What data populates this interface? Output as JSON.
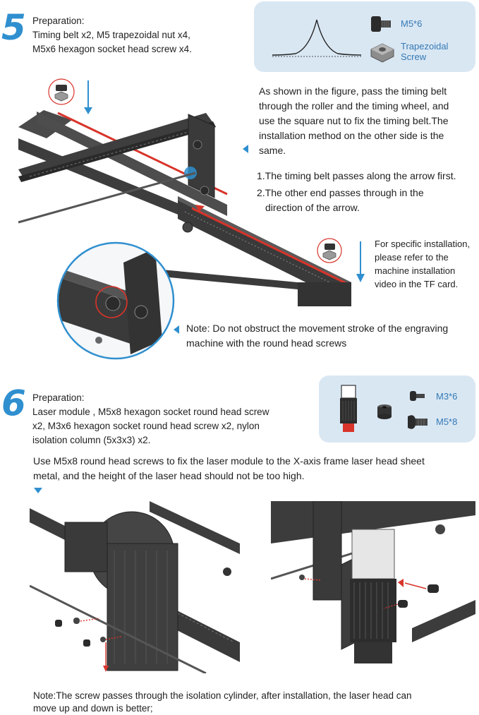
{
  "step5": {
    "number": "5",
    "prep_title": "Preparation:",
    "prep_line1": "Timing belt x2, M5 trapezoidal nut x4,",
    "prep_line2": "M5x6 hexagon socket head screw x4.",
    "parts_panel": {
      "screw_label": "M5*6",
      "nut_label_1": "Trapezoidal",
      "nut_label_2": "Screw"
    },
    "desc_lines": [
      "As shown in the figure, pass the timing belt",
      "through the roller and the timing wheel, and",
      "use the square nut to fix the timing belt.The",
      "installation method on the other side is the",
      "same."
    ],
    "steps": [
      "1.The timing belt passes along the arrow first.",
      "2.The other end passes through in the",
      "direction of the arrow."
    ],
    "video_lines": [
      "For specific installation,",
      "please refer to the",
      "machine installation",
      "video in the TF card."
    ],
    "note_line1": "Note: Do not obstruct the movement stroke of the engraving",
    "note_line2": "machine with the round head screws"
  },
  "step6": {
    "number": "6",
    "prep_title": "Preparation:",
    "prep_lines": [
      "Laser module , M5x8 hexagon socket round head screw",
      "x2, M3x6 hexagon socket round head screw x2, nylon",
      "isolation column (5x3x3) x2."
    ],
    "parts_panel": {
      "m3_label": "M3*6",
      "m5_label": "M5*8"
    },
    "instruction_line1": "Use M5x8 round head screws to fix the laser module to the X-axis frame laser head sheet",
    "instruction_line2": "metal, and the height of the laser head should not be too high.",
    "note_line1": "Note:The screw passes through the isolation cylinder, after installation, the laser head can",
    "note_line2": "move up and down is better;"
  },
  "colors": {
    "accent": "#2f8fcf",
    "panel": "#d9e7f3",
    "belt_red": "#d8342a",
    "frame_dark": "#3d3d3d"
  }
}
